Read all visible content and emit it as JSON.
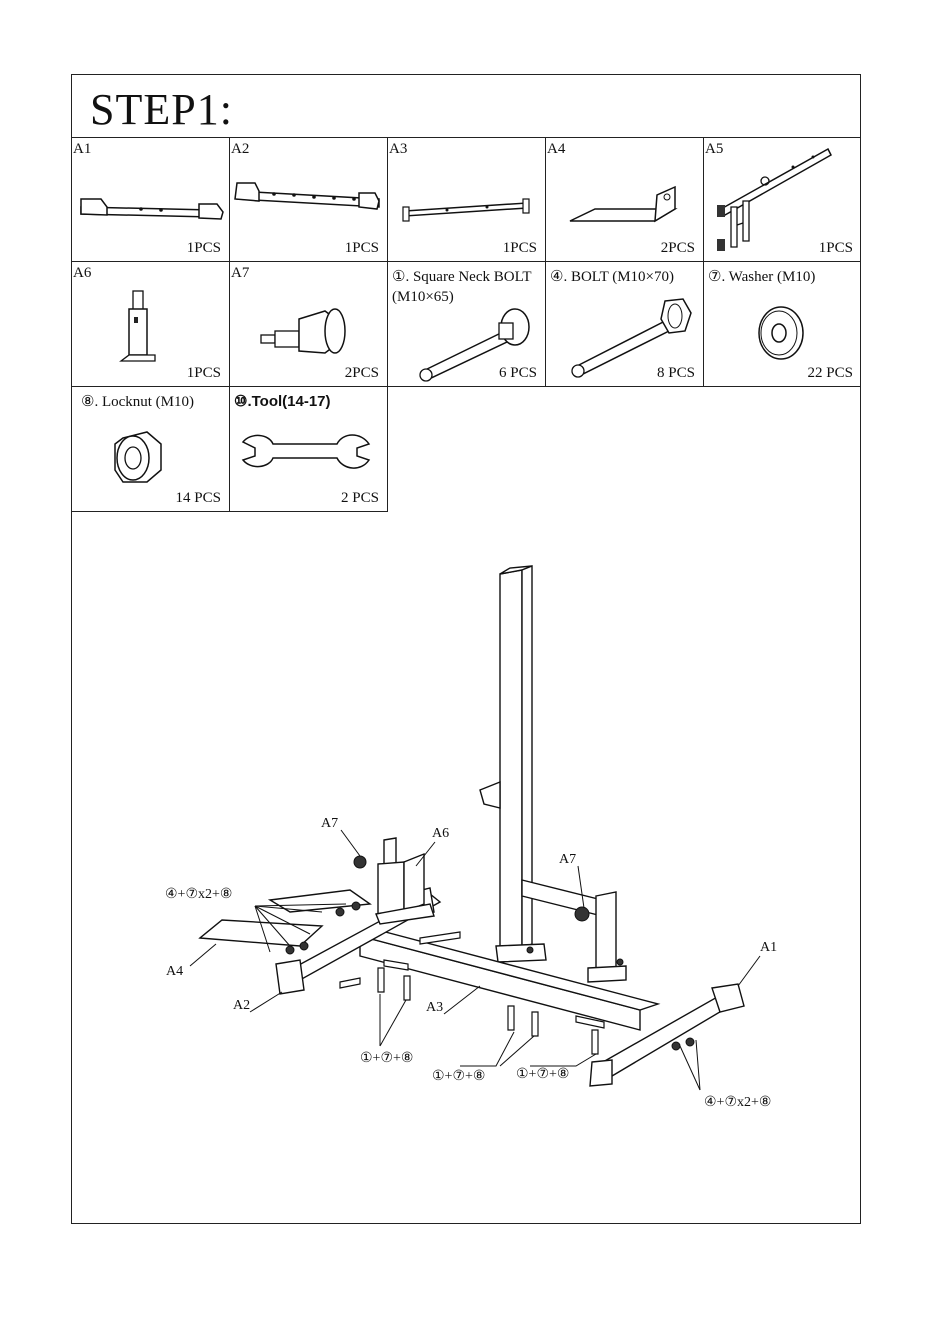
{
  "title": "STEP1:",
  "parts_row1": [
    {
      "label": "A1",
      "qty": "1PCS",
      "icon": "base-stabilizer-a1-icon"
    },
    {
      "label": "A2",
      "qty": "1PCS",
      "icon": "base-stabilizer-a2-icon"
    },
    {
      "label": "A3",
      "qty": "1PCS",
      "icon": "crossbar-a3-icon"
    },
    {
      "label": "A4",
      "qty": "2PCS",
      "icon": "plate-a4-icon"
    },
    {
      "label": "A5",
      "qty": "1PCS",
      "icon": "upright-frame-a5-icon"
    }
  ],
  "parts_row2": [
    {
      "label": "A6",
      "qty": "1PCS",
      "icon": "post-a6-icon"
    },
    {
      "label": "A7",
      "qty": "2PCS",
      "icon": "weight-peg-a7-icon"
    },
    {
      "label": "①. Square Neck BOLT\n(M10×65)",
      "qty": "6 PCS",
      "icon": "square-neck-bolt-icon"
    },
    {
      "label": "④. BOLT (M10×70)",
      "qty": "8 PCS",
      "icon": "bolt-icon"
    },
    {
      "label": "⑦. Washer (M10)",
      "qty": "22 PCS",
      "icon": "washer-icon"
    }
  ],
  "parts_row3": [
    {
      "label": "⑧. Locknut (M10)",
      "qty": "14 PCS",
      "icon": "locknut-icon"
    },
    {
      "label": "⑩.Tool(14-17)",
      "qty": "2 PCS",
      "icon": "wrench-icon"
    }
  ],
  "callouts": {
    "a7_left": "A7",
    "a6": "A6",
    "a7_right": "A7",
    "a1": "A1",
    "a4": "A4",
    "a2": "A2",
    "a3": "A3",
    "hw_left_top": "④+⑦x2+⑧",
    "hw_right": "④+⑦x2+⑧",
    "hw_bottom_1": "①+⑦+⑧",
    "hw_bottom_2": "①+⑦+⑧",
    "hw_bottom_3": "①+⑦+⑧"
  }
}
